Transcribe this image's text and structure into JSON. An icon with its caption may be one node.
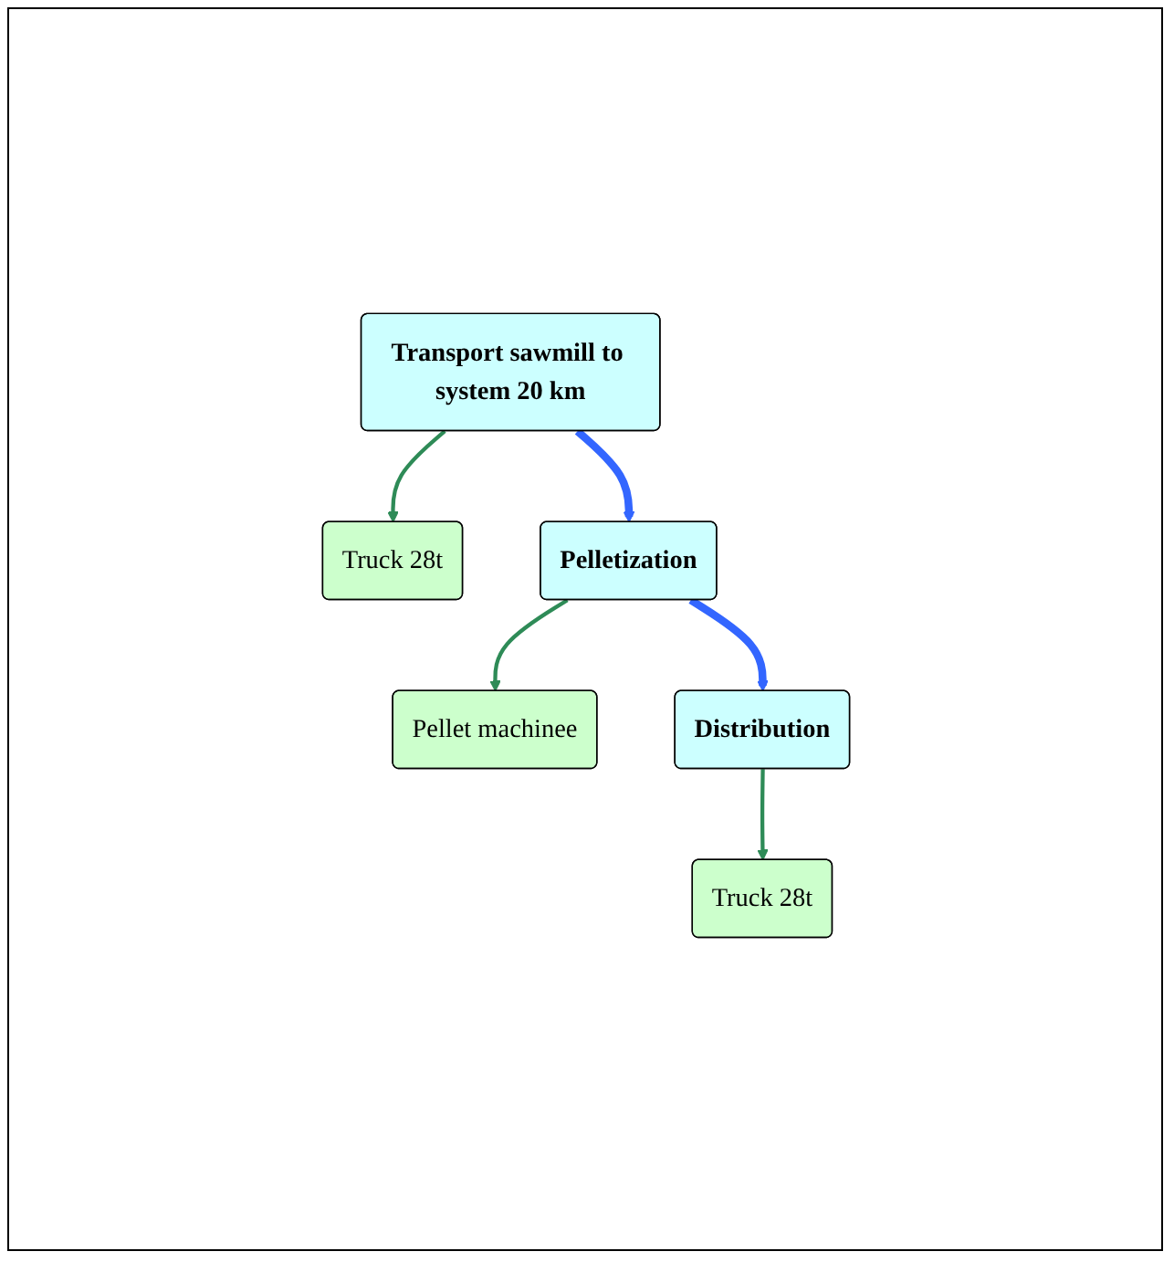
{
  "diagram": {
    "nodes": [
      {
        "text": [
          "Transport sawmill to system 20 km"
        ]
      },
      {
        "text": [
          "Truck 28t"
        ]
      },
      {
        "text": [
          "Pelletization"
        ]
      },
      {
        "text": [
          "Pellet machinee"
        ]
      },
      {
        "text": [
          "Distribution"
        ]
      },
      {
        "text": [
          "Truck 28t"
        ]
      }
    ],
    "edges": [
      {
        "from": 0,
        "to": 1,
        "arrow": "to"
      },
      {
        "from": 0,
        "to": 2,
        "arrow": "to",
        "style": "thick",
        "color": "#3366ff"
      },
      {
        "from": 2,
        "to": 3,
        "arrow": "to"
      },
      {
        "from": 2,
        "to": 4,
        "arrow": "to",
        "style": "thick",
        "color": "#3366ff"
      },
      {
        "from": 4,
        "to": 5,
        "arrow": "to"
      }
    ]
  }
}
